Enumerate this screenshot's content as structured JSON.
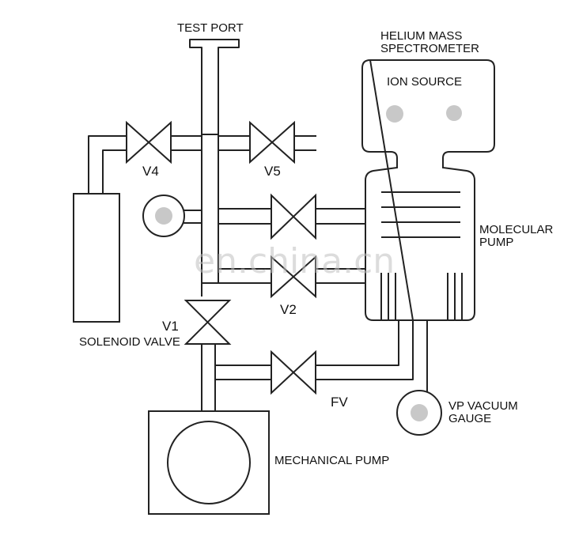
{
  "labels": {
    "test_port": "TEST PORT",
    "helium_line1": "HELIUM MASS",
    "helium_line2": "SPECTROMETER",
    "ion_source": "ION SOURCE",
    "v4": "V4",
    "v5": "V5",
    "v2": "V2",
    "v1": "V1",
    "solenoid_valve": "SOLENOID VALVE",
    "fv": "FV",
    "molecular_line1": "MOLECULAR",
    "molecular_line2": "PUMP",
    "vp_line1": "VP VACUUM",
    "vp_line2": "GAUGE",
    "mechanical_pump": "MECHANICAL PUMP"
  },
  "watermark": "en.china.cn",
  "colors": {
    "stroke": "#222222",
    "gauge_fill": "#c8c8c8",
    "watermark": "#bfbfbf"
  }
}
